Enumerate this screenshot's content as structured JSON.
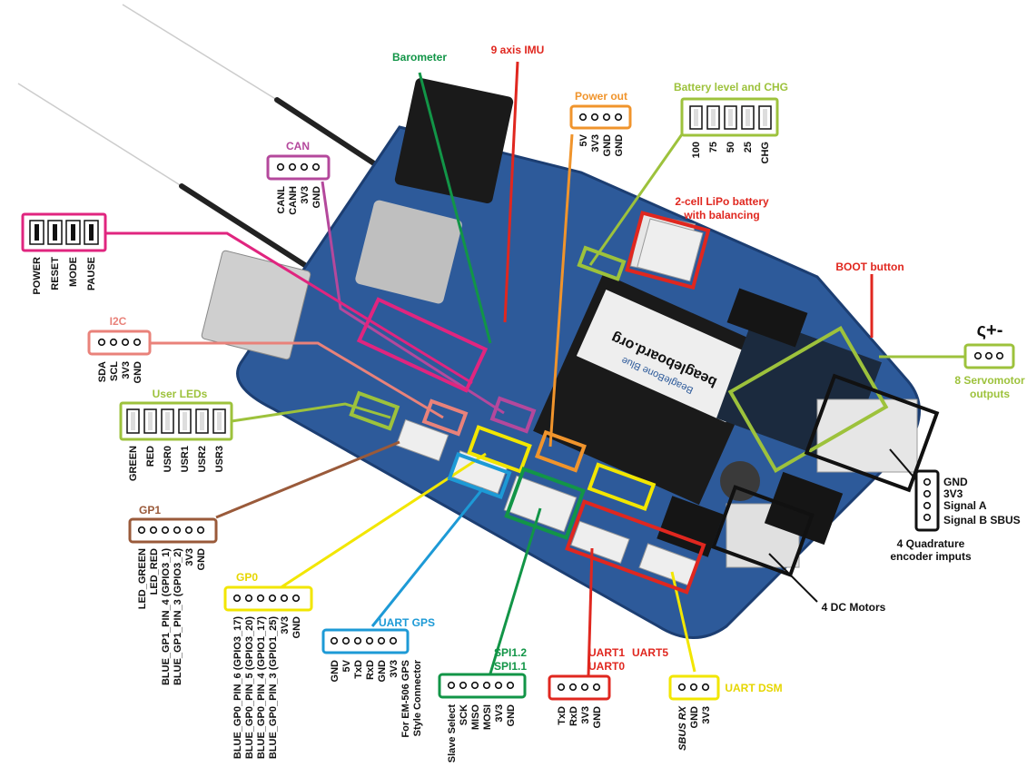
{
  "colors": {
    "can": "#b4489c",
    "buttons": "#e0257f",
    "i2c": "#e9827a",
    "leds": "#9dc23c",
    "gp1": "#9a5a3a",
    "gp0": "#f2e600",
    "uart_gps": "#1d9ad6",
    "spi": "#129547",
    "uart": "#e0271f",
    "dsm": "#f2e600",
    "power": "#f0942c",
    "baro": "#129547",
    "board": "#2d5a9a",
    "black": "#111111"
  },
  "labels": {
    "barometer": "Barometer",
    "imu": "9 axis IMU",
    "power_out": "Power out",
    "battery_level": "Battery level and CHG",
    "can": "CAN",
    "lipo": [
      "2-cell LiPo battery",
      "with balancing"
    ],
    "boot": "BOOT button",
    "i2c": "I2C",
    "user_leds": "User LEDs",
    "servo": [
      "8 Servomotor",
      "outputs"
    ],
    "gp1": "GP1",
    "gp0": "GP0",
    "uart_gps": "UART GPS",
    "spi": [
      "SPI1.2",
      "SPI1.1"
    ],
    "uart1": "UART1",
    "uart0": "UART0",
    "uart5": "UART5",
    "uart_dsm": "UART DSM",
    "encoder": [
      "4 Quadrature",
      "encoder imputs"
    ],
    "dc_motors": "4 DC Motors",
    "servo_symbol": "ς+-",
    "board_brand": "beagleboard.org",
    "board_name": "BeagleBone Blue"
  },
  "pins": {
    "power": [
      "5V",
      "3V3",
      "GND",
      "GND"
    ],
    "battery": [
      "100",
      "75",
      "50",
      "25",
      "CHG"
    ],
    "can": [
      "CANL",
      "CANH",
      "3V3",
      "GND"
    ],
    "buttons": [
      "POWER",
      "RESET",
      "MODE",
      "PAUSE"
    ],
    "i2c": [
      "SDA",
      "SCL",
      "3V3",
      "GND"
    ],
    "leds": [
      "GREEN",
      "RED",
      "USR0",
      "USR1",
      "USR2",
      "USR3"
    ],
    "gp1": [
      "LED_GREEN",
      "LED_RED",
      "BLUE_GP1_PIN_4 (GPIO3_1)",
      "BLUE_GP1_PIN_3 (GPIO3_2)",
      "3V3",
      "GND"
    ],
    "gp0": [
      "BLUE_GP0_PIN_6 (GPIO3_17)",
      "BLUE_GP0_PIN_5 (GPIO3_20)",
      "BLUE_GP0_PIN_4 (GPIO1_17)",
      "BLUE_GP0_PIN_3 (GPIO1_25)",
      "3V3",
      "GND"
    ],
    "uart_gps": [
      "GND",
      "5V",
      "TxD",
      "RxD",
      "GND",
      "3V3"
    ],
    "gps_note": [
      "For EM-506 GPS",
      "Style Connector"
    ],
    "spi": [
      "Slave Select",
      "SCK",
      "MISO",
      "MOSI",
      "3V3",
      "GND"
    ],
    "uart": [
      "TxD",
      "RxD",
      "3V3",
      "GND"
    ],
    "dsm": [
      "SBUS RX",
      "GND",
      "3V3"
    ],
    "encoder": [
      "GND",
      "3V3",
      "Signal A",
      "Signal B SBUS"
    ]
  }
}
